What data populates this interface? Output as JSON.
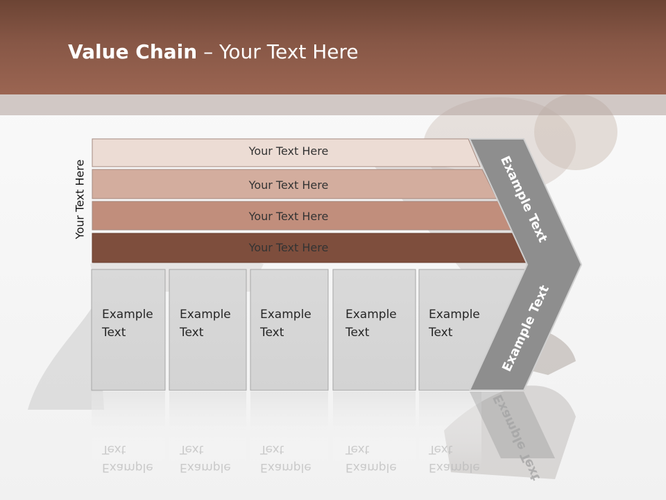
{
  "slide": {
    "title_strong": "Value Chain",
    "title_rest": " – Your Text Here",
    "side_label": "Your Text Here",
    "bars": [
      {
        "label": "Your Text Here",
        "color": "#ecdcd4"
      },
      {
        "label": "Your Text Here",
        "color": "#d3ad9e"
      },
      {
        "label": "Your Text Here",
        "color": "#c18e7c"
      },
      {
        "label": "Your Text Here",
        "color": "#7e4e3d"
      }
    ],
    "boxes": [
      {
        "line1": "Example",
        "line2": "Text"
      },
      {
        "line1": "Example",
        "line2": "Text"
      },
      {
        "line1": "Example",
        "line2": "Text"
      },
      {
        "line1": "Example",
        "line2": "Text"
      },
      {
        "line1": "Example",
        "line2": "Text"
      }
    ],
    "arrow_upper_text": "Example Text",
    "arrow_lower_text": "Example Text"
  },
  "colors": {
    "header": "#875746",
    "arrow": "#8e8e8e",
    "box_fill": "#d9d9d9",
    "box_stroke": "#a6a6a6"
  }
}
